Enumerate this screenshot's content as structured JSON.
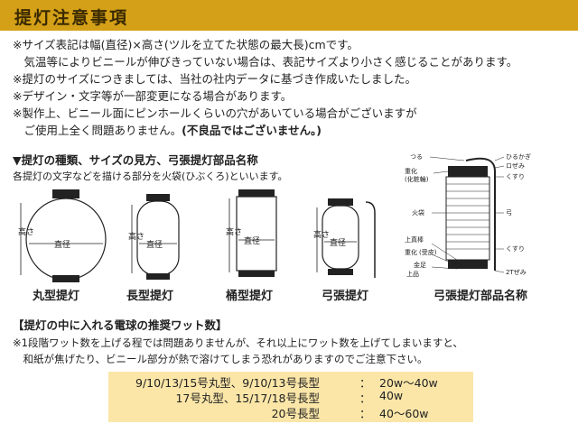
{
  "header": {
    "title": "提灯注意事項"
  },
  "notes": [
    "※サイズ表記は幅(直径)×高さ(ツルを立てた状態の最大長)cmです。",
    "　気温等によりビニールが伸びきっていない場合は、表記サイズより小さく感じることがあります。",
    "※提灯のサイズにつきましては、当社の社内データに基づき作成いたしました。",
    "※デザイン・文字等が一部変更になる場合があります。",
    "※製作上、ビニール面にピンホールくらいの穴があいている場合がございますが",
    "　ご使用上全く問題ありません。",
    "(不良品ではございません。)"
  ],
  "types_section": {
    "title": "▼提灯の種類、サイズの見方、弓張提灯部品名称",
    "subtitle": "各提灯の文字などを描ける部分を火袋(ひぶくろ)といいます。",
    "shape_labels": {
      "height": "高さ",
      "diameter": "直径"
    },
    "captions": [
      "丸型提灯",
      "長型提灯",
      "桶型提灯",
      "弓張提灯",
      "弓張提灯部品名称"
    ],
    "parts": {
      "tsuru": "つる",
      "hirukagi": "ひるかぎ",
      "kuchizemi": "ロぜみ",
      "kusuri_top": "くすり",
      "juka": "重化",
      "kashowa": "(化粧輪)",
      "hibukuro": "火袋",
      "yumi": "弓",
      "jouma": "上真棒",
      "kusuri_bottom": "くすり",
      "juka2": "重化",
      "juka2_sub": "(受皮)",
      "kinjo": "金足",
      "jouhin": "上品",
      "nichozemi": "2Tぜみ"
    }
  },
  "wattage": {
    "title": "【提灯の中に入れる電球の推奨ワット数】",
    "note1": "※1段階ワット数を上げる程では問題ありませんが、それ以上にワット数を上げてしまいますと、",
    "note2": "　和紙が焦げたり、ビニール部分が熱で溶けてしまう恐れがありますのでご注意下さい。",
    "rows": [
      {
        "size": "9/10/13/15号丸型、9/10/13号長型",
        "sep": "：",
        "watt": "20w～40w"
      },
      {
        "size": "17号丸型、15/17/18号長型",
        "sep": "：",
        "watt": "40w"
      },
      {
        "size": "20号長型",
        "sep": "：",
        "watt": "40～60w"
      }
    ]
  },
  "colors": {
    "header_bg": "#d4a017",
    "box_bg": "#fbe6a8"
  }
}
